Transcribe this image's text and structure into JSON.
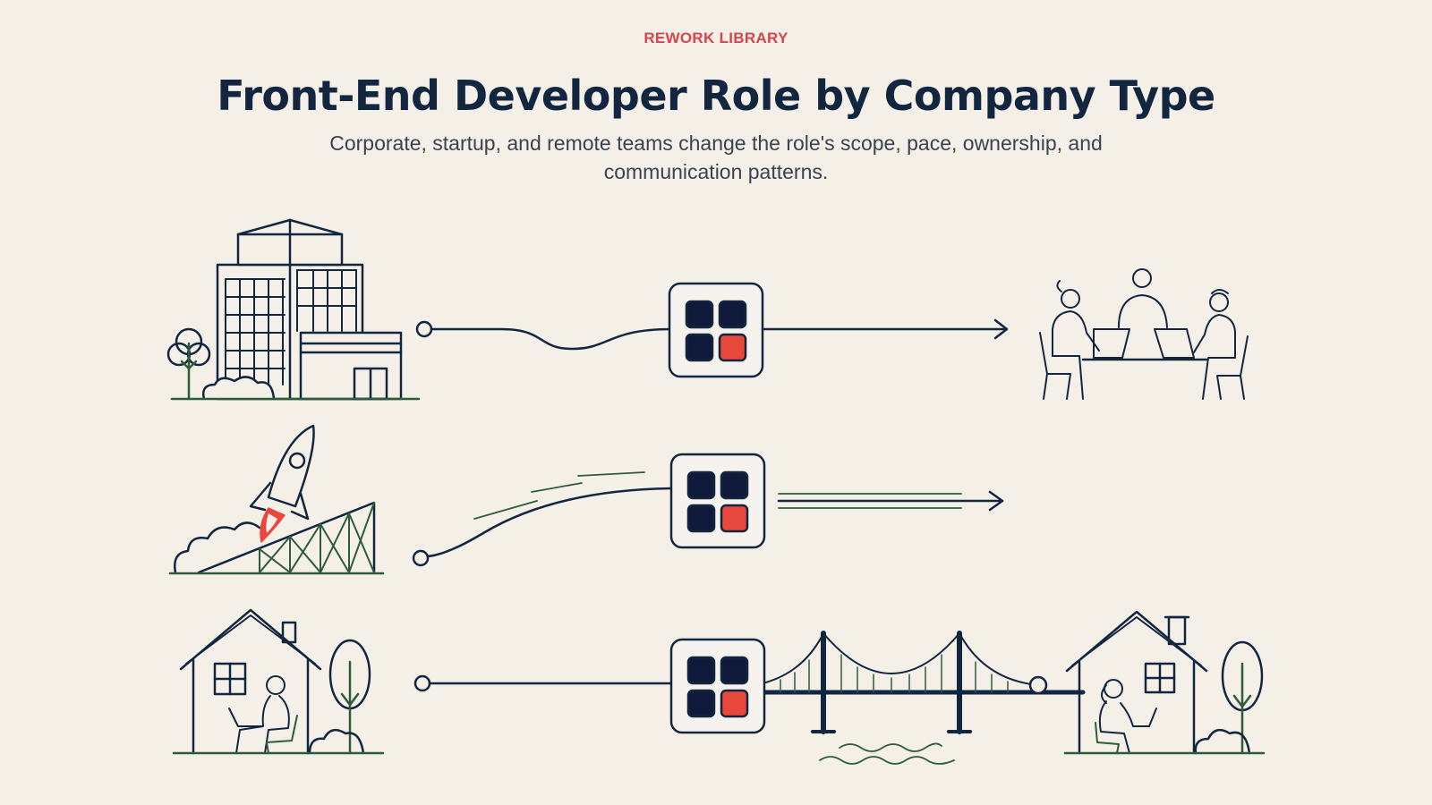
{
  "header": {
    "eyebrow": "REWORK LIBRARY",
    "title": "Front-End Developer Role by Company Type",
    "subtitle": "Corporate, startup, and remote teams change the role's scope, pace, ownership, and communication patterns."
  },
  "rows": [
    {
      "id": "corporate",
      "left_icon": "office-building-icon",
      "path": "wavy-path",
      "right_icon": "team-meeting-icon"
    },
    {
      "id": "startup",
      "left_icon": "rocket-launch-icon",
      "path": "fast-curve-path",
      "right_icon": "speed-arrow-icon"
    },
    {
      "id": "remote",
      "left_icon": "home-worker-icon",
      "path": "bridge-path",
      "right_icon": "remote-home-worker-icon"
    }
  ],
  "colors": {
    "background": "#F4F0E8",
    "navy": "#13263F",
    "accent_red": "#E8473B",
    "green": "#2E5B3A",
    "eyebrow_red": "#D9434E"
  }
}
